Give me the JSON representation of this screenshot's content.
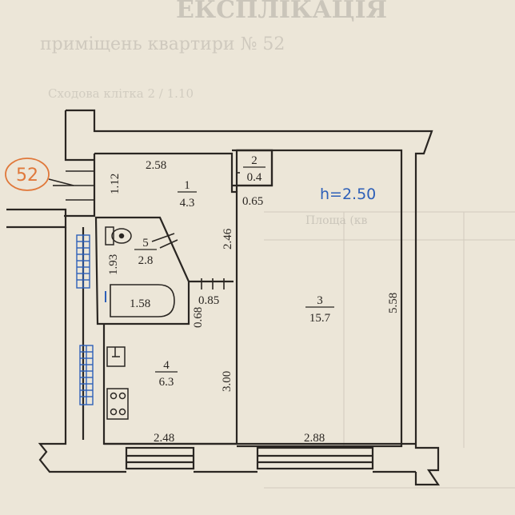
{
  "header": {
    "title": "ЕКСПЛІКАЦІЯ",
    "subtitle": "приміщень квартири № 52",
    "line": "Сходова клітка 2 / 1.10"
  },
  "badge": {
    "number": "52",
    "color": "#e0783a"
  },
  "ceiling_height": {
    "label": "h=2.50",
    "color": "#2d5fb8"
  },
  "faded_header": "Площа (кв",
  "rooms": [
    {
      "number": "1",
      "area": "4.3"
    },
    {
      "number": "2",
      "area": "0.4"
    },
    {
      "number": "3",
      "area": "15.7"
    },
    {
      "number": "4",
      "area": "6.3"
    },
    {
      "number": "5",
      "area": "2.8"
    }
  ],
  "dimensions": {
    "hall_width": "2.58",
    "hall_depth": "1.12",
    "closet_side": "0.65",
    "hall_length": "2.46",
    "bath_height": "1.93",
    "tub_length": "1.58",
    "door_width": "0.85",
    "door_depth": "0.68",
    "kitchen_length": "3.00",
    "kitchen_width": "2.48",
    "room_width": "2.88",
    "room_length": "5.58"
  },
  "colors": {
    "paper": "#ece6d8",
    "wall_line": "#2a2622",
    "fixture_blue": "#2d5fb8",
    "grid_line": "#b9b2a6"
  }
}
